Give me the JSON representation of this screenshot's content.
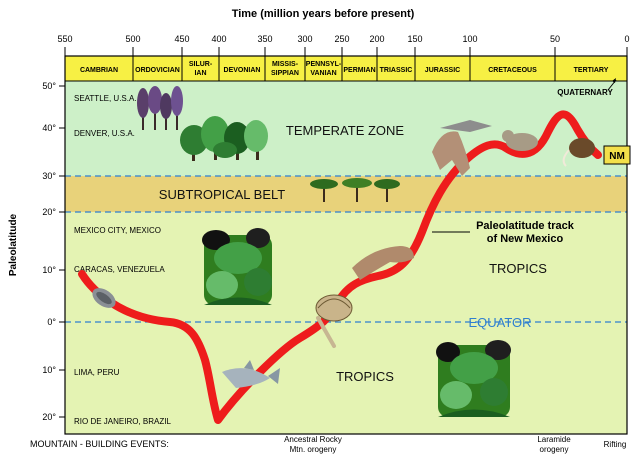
{
  "title": "Time (million years before present)",
  "top_ticks": [
    "550",
    "500",
    "450",
    "400",
    "350",
    "300",
    "250",
    "200",
    "150",
    "100",
    "50",
    "0"
  ],
  "periods": [
    {
      "label": [
        "CAMBRIAN"
      ]
    },
    {
      "label": [
        "ORDOVICIAN"
      ]
    },
    {
      "label": [
        "SILUR-",
        "IAN"
      ]
    },
    {
      "label": [
        "DEVONIAN"
      ]
    },
    {
      "label": [
        "MISSIS-",
        "SIPPIAN"
      ]
    },
    {
      "label": [
        "PENNSYL-",
        "VANIAN"
      ]
    },
    {
      "label": [
        "PERMIAN"
      ]
    },
    {
      "label": [
        "TRIASSIC"
      ]
    },
    {
      "label": [
        "JURASSIC"
      ]
    },
    {
      "label": [
        "CRETACEOUS"
      ]
    },
    {
      "label": [
        "TERTIARY"
      ]
    }
  ],
  "quaternary_label": "QUATERNARY",
  "y_axis_label": "Paleolatitude",
  "y_ticks": [
    "50°",
    "40°",
    "30°",
    "20°",
    "10°",
    "0°",
    "10°",
    "20°"
  ],
  "cities": [
    "SEATTLE, U.S.A.",
    "DENVER, U.S.A.",
    "MEXICO CITY, MEXICO",
    "CARACAS, VENEZUELA",
    "LIMA, PERU",
    "RIO DE JANEIRO, BRAZIL"
  ],
  "zones": {
    "temperate": "TEMPERATE ZONE",
    "subtropical": "SUBTROPICAL BELT",
    "tropics_north": "TROPICS",
    "equator": "EQUATOR",
    "tropics_south": "TROPICS"
  },
  "track_label": [
    "Paleolatitude track",
    "of New Mexico"
  ],
  "nm_badge": "NM",
  "mountain_events_label": "MOUNTAIN - BUILDING EVENTS:",
  "events": [
    {
      "name": [
        "Ancestral Rocky",
        "Mtn. orogeny"
      ]
    },
    {
      "name": [
        "Laramide",
        "orogeny"
      ]
    },
    {
      "name": [
        "Rifting"
      ]
    }
  ],
  "colors": {
    "temperate": "#cdf0c8",
    "subtropical": "#e8d27a",
    "tropics": "#e4f3b3",
    "period_bar": "#f7f044",
    "track": "#ee1c1c",
    "equator": "#2f7fd0",
    "badge": "#f3e04a"
  },
  "icons": [
    "trilobite-icon",
    "shark-icon",
    "ammonite-shell-icon",
    "crinoid-icon",
    "reptile-icon",
    "dinosaur-icon",
    "pterosaur-icon",
    "triceratops-icon",
    "mammoth-icon",
    "conifer-trees-icon",
    "broadleaf-trees-icon",
    "acacia-trees-icon",
    "jungle-icon"
  ]
}
